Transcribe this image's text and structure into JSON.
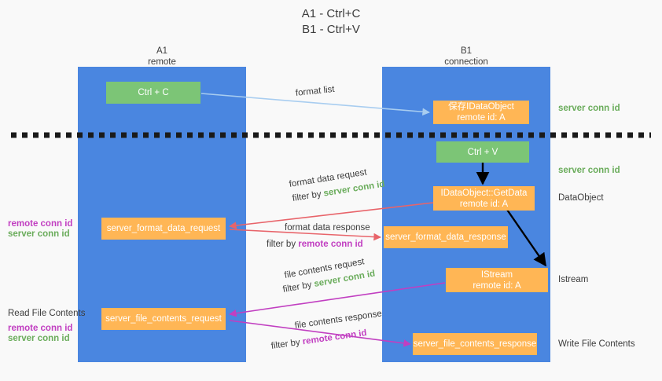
{
  "title": {
    "line1": "A1 - Ctrl+C",
    "line2": "B1 - Ctrl+V"
  },
  "colors": {
    "background": "#f9f9f9",
    "lane": "#4a86e0",
    "node_green": "#7cc576",
    "node_orange": "#ffb655",
    "text_dark": "#3c3c3c",
    "accent_green": "#6aac5b",
    "accent_purple": "#c13fc1",
    "arrow_lightblue": "#a8cdf0",
    "arrow_red": "#e8646a",
    "arrow_black": "#000000",
    "arrow_magenta": "#c13fc1",
    "divider": "#1a1a1a"
  },
  "lanes": [
    {
      "id": "a1",
      "title": "A1",
      "subtitle": "remote"
    },
    {
      "id": "b1",
      "title": "B1",
      "subtitle": "connection"
    }
  ],
  "nodes": [
    {
      "id": "ctrl-c",
      "lane": "a1",
      "color": "green",
      "line1": "Ctrl + C",
      "line2": ""
    },
    {
      "id": "save-idataobject",
      "lane": "b1",
      "color": "orange",
      "line1": "保存IDataObject",
      "line2": "remote id: A"
    },
    {
      "id": "ctrl-v",
      "lane": "b1",
      "color": "green",
      "line1": "Ctrl + V",
      "line2": ""
    },
    {
      "id": "idataobject-getdata",
      "lane": "b1",
      "color": "orange",
      "line1": "IDataObject::GetData",
      "line2": "remote id: A"
    },
    {
      "id": "server-format-data-request",
      "lane": "a1",
      "color": "orange",
      "line1": "server_format_data_request",
      "line2": ""
    },
    {
      "id": "server-format-data-response",
      "lane": "b1",
      "color": "orange",
      "line1": "server_format_data_response",
      "line2": ""
    },
    {
      "id": "istream",
      "lane": "b1",
      "color": "orange",
      "line1": "IStream",
      "line2": "remote id: A"
    },
    {
      "id": "server-file-contents-request",
      "lane": "a1",
      "color": "orange",
      "line1": "server_file_contents_request",
      "line2": ""
    },
    {
      "id": "server-file-contents-response",
      "lane": "b1",
      "color": "orange",
      "line1": "server_file_contents_response",
      "line2": ""
    }
  ],
  "edge_labels": {
    "format_list": "format list",
    "format_data_request": "format data request",
    "format_data_response": "format data response",
    "file_contents_request": "file contents request",
    "file_contents_response": "file contents response",
    "filter_by": "filter by",
    "server_conn_id": "server conn id",
    "remote_conn_id": "remote conn id"
  },
  "right_labels": [
    {
      "id": "server-conn-id-top",
      "text": "server conn id",
      "style": "green"
    },
    {
      "id": "server-conn-id-second",
      "text": "server conn id",
      "style": "green"
    },
    {
      "id": "dataobject",
      "text": "DataObject",
      "style": "dark"
    },
    {
      "id": "istream-label",
      "text": "Istream",
      "style": "dark"
    },
    {
      "id": "write-file-contents",
      "text": "Write File Contents",
      "style": "dark"
    }
  ],
  "left_labels": [
    {
      "id": "left-conn-ids-1-remote",
      "text": "remote conn id",
      "style": "purple"
    },
    {
      "id": "left-conn-ids-1-server",
      "text": "server conn id",
      "style": "green"
    },
    {
      "id": "read-file-contents",
      "text": "Read File Contents",
      "style": "dark"
    },
    {
      "id": "left-conn-ids-2-remote",
      "text": "remote conn id",
      "style": "purple"
    },
    {
      "id": "left-conn-ids-2-server",
      "text": "server conn id",
      "style": "green"
    }
  ]
}
